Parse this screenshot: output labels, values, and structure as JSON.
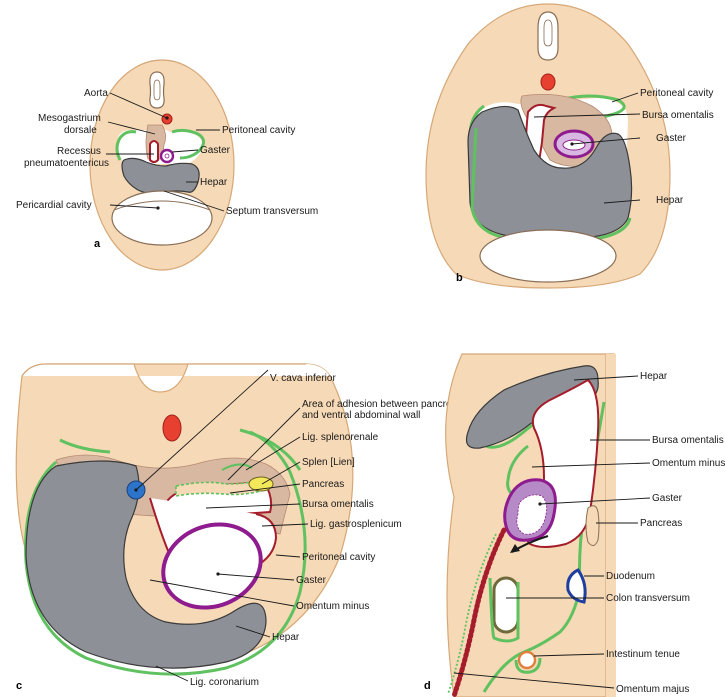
{
  "panels": {
    "a": {
      "letter": "a",
      "labels": {
        "aorta": "Aorta",
        "mesogastrium_1": "Mesogastrium",
        "mesogastrium_2": "dorsale",
        "peritoneal_cavity": "Peritoneal cavity",
        "recessus_1": "Recessus",
        "recessus_2": "pneumatoentericus",
        "gaster": "Gaster",
        "hepar": "Hepar",
        "pericardial_cavity": "Pericardial cavity",
        "septum": "Septum transversum"
      }
    },
    "b": {
      "letter": "b",
      "labels": {
        "peritoneal_cavity": "Peritoneal cavity",
        "bursa": "Bursa omentalis",
        "gaster": "Gaster",
        "hepar": "Hepar"
      }
    },
    "c": {
      "letter": "c",
      "labels": {
        "vcava": "V. cava inferior",
        "adhesion_1": "Area of adhesion between pancreas",
        "adhesion_2": "and ventral abdominal wall",
        "splenorenale": "Lig. splenorenale",
        "splen": "Splen [Lien]",
        "pancreas": "Pancreas",
        "bursa": "Bursa omentalis",
        "gastrosplenicum": "Lig. gastrosplenicum",
        "peritoneal_cavity": "Peritoneal cavity",
        "gaster": "Gaster",
        "omentum_minus": "Omentum minus",
        "hepar": "Hepar",
        "coronarium": "Lig. coronarium"
      }
    },
    "d": {
      "letter": "d",
      "labels": {
        "hepar": "Hepar",
        "bursa": "Bursa omentalis",
        "omentum_minus": "Omentum minus",
        "gaster": "Gaster",
        "pancreas": "Pancreas",
        "duodenum": "Duodenum",
        "colon": "Colon transversum",
        "intestinum": "Intestinum tenue",
        "omentum_majus": "Omentum majus"
      }
    }
  },
  "colors": {
    "body": "#f6d9b6",
    "peritoneum": "#5fc15f",
    "liver": "#8d9096",
    "mesentery": "#d8b8a0",
    "bursa_wall": "#a51c2a",
    "stomach": "#8e1c8e",
    "aorta": "#e84030",
    "vcava": "#2b74c9",
    "spleen": "#f3e85a",
    "duodenum": "#1f3fa0",
    "colon": "#6f6a3c",
    "intestine": "#e08040"
  }
}
